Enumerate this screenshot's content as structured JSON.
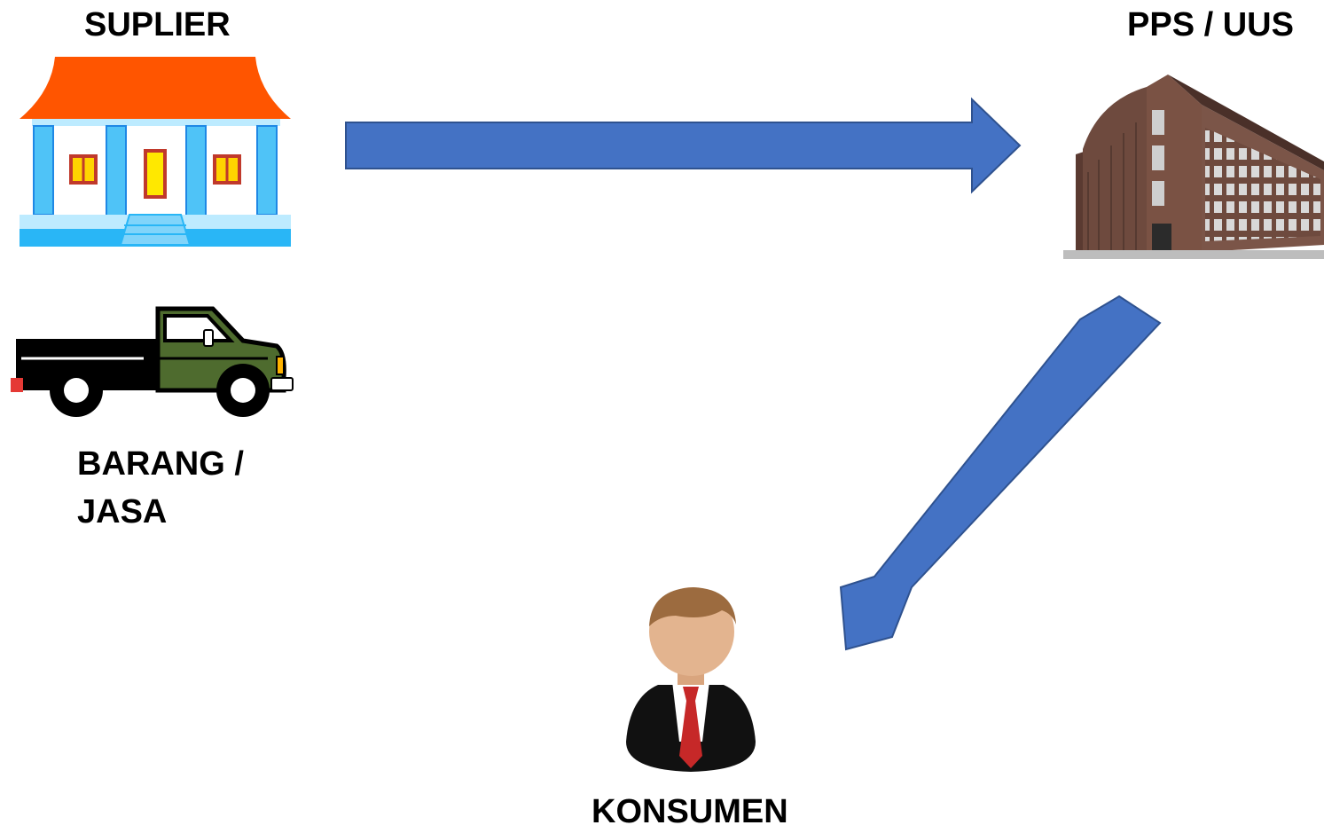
{
  "labels": {
    "supplier": "SUPLIER",
    "institution": "PPS / UUS",
    "goods_line1": "BARANG /",
    "goods_line2": "JASA",
    "consumer": "KONSUMEN"
  },
  "colors": {
    "arrow": "#4472C4",
    "arrow_border": "#2F528F",
    "roof": "#FF5500",
    "house_blue": "#4FC3F7",
    "truck_green": "#4E6B2E"
  },
  "icons": [
    "house-icon",
    "truck-icon",
    "building-icon",
    "person-icon",
    "arrow-right",
    "arrow-down-left"
  ]
}
